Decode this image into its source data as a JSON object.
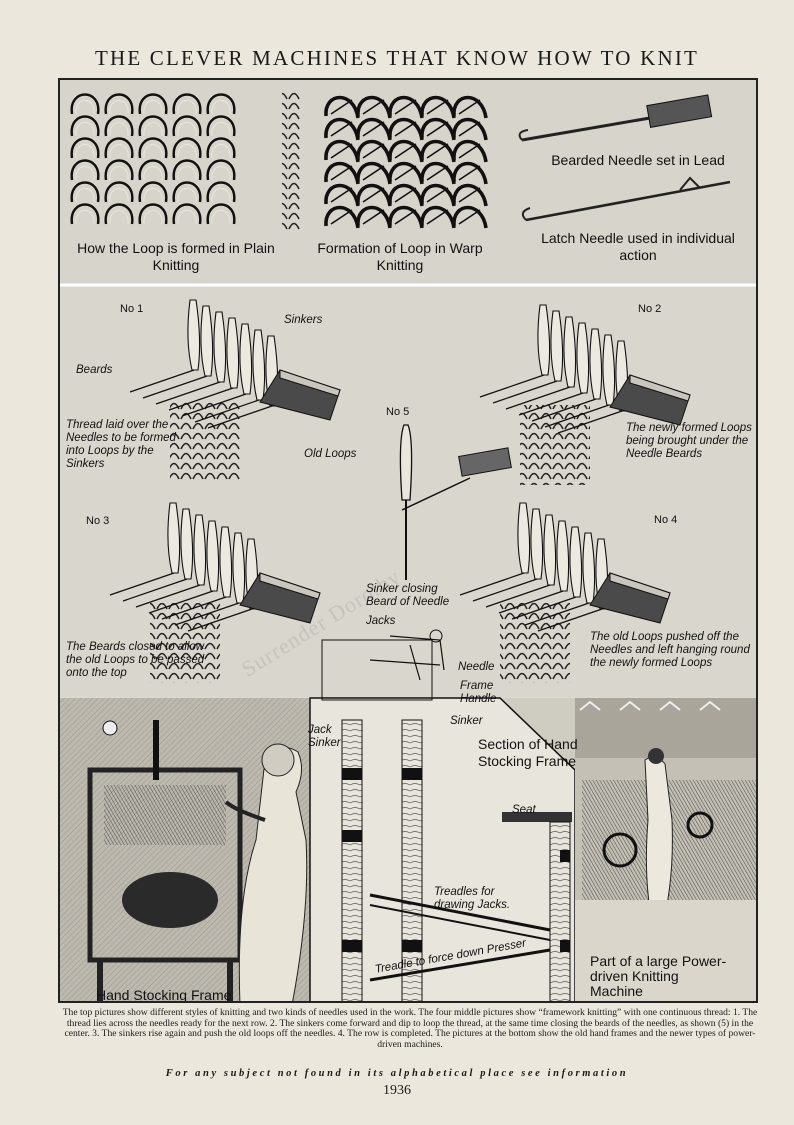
{
  "page": {
    "title": "THE CLEVER MACHINES THAT KNOW HOW TO KNIT",
    "page_number": "1936",
    "footer_note": "For any subject not found in its alphabetical place see information"
  },
  "top_panel": {
    "plain_knitting_label": "How the Loop is formed in Plain Knitting",
    "warp_knitting_label": "Formation of Loop in Warp Knitting",
    "bearded_needle_label": "Bearded Needle set in Lead",
    "latch_needle_label": "Latch Needle used in individual action"
  },
  "middle_panel": {
    "no1": "No 1",
    "no2": "No 2",
    "no3": "No 3",
    "no4": "No 4",
    "no5": "No 5",
    "sinkers": "Sinkers",
    "beards": "Beards",
    "thread_laid": "Thread laid over the Needles to be formed into Loops by the Sinkers",
    "old_loops": "Old Loops",
    "newly_formed": "The newly formed Loops being brought under the Needle Beards",
    "sinker_closing": "Sinker closing Beard of Needle",
    "beards_closed": "The Beards closed to allow the old Loops to be passed onto the top",
    "old_loops_pushed": "The old Loops pushed off the Needles and left hanging round the newly formed Loops"
  },
  "bottom_panel": {
    "hand_frame_label": "Hand Stocking Frame",
    "jacks": "Jacks",
    "needle": "Needle",
    "frame_handle": "Frame Handle",
    "sinker": "Sinker",
    "jack_sinker": "Jack Sinker",
    "section_title": "Section of Hand Stocking Frame",
    "seat": "Seat",
    "treadles_jacks": "Treadles for drawing Jacks.",
    "treadle_presser": "Treadle to force down Presser",
    "power_machine_label": "Part of a large Power-driven Knitting Machine"
  },
  "caption": {
    "text": "The top pictures show different styles of knitting and two kinds of needles used in the work. The four middle pictures show “framework knitting” with one continuous thread: 1. The thread lies across the needles ready for the next row. 2. The sinkers come forward and dip to loop the thread, at the same time closing the beards of the needles, as shown (5) in the center. 3. The sinkers rise again and push the old loops off the needles. 4. The row is completed. The pictures at the bottom show the old hand frames and the newer types of power-driven machines."
  },
  "watermark": "Surrender Dorothy"
}
